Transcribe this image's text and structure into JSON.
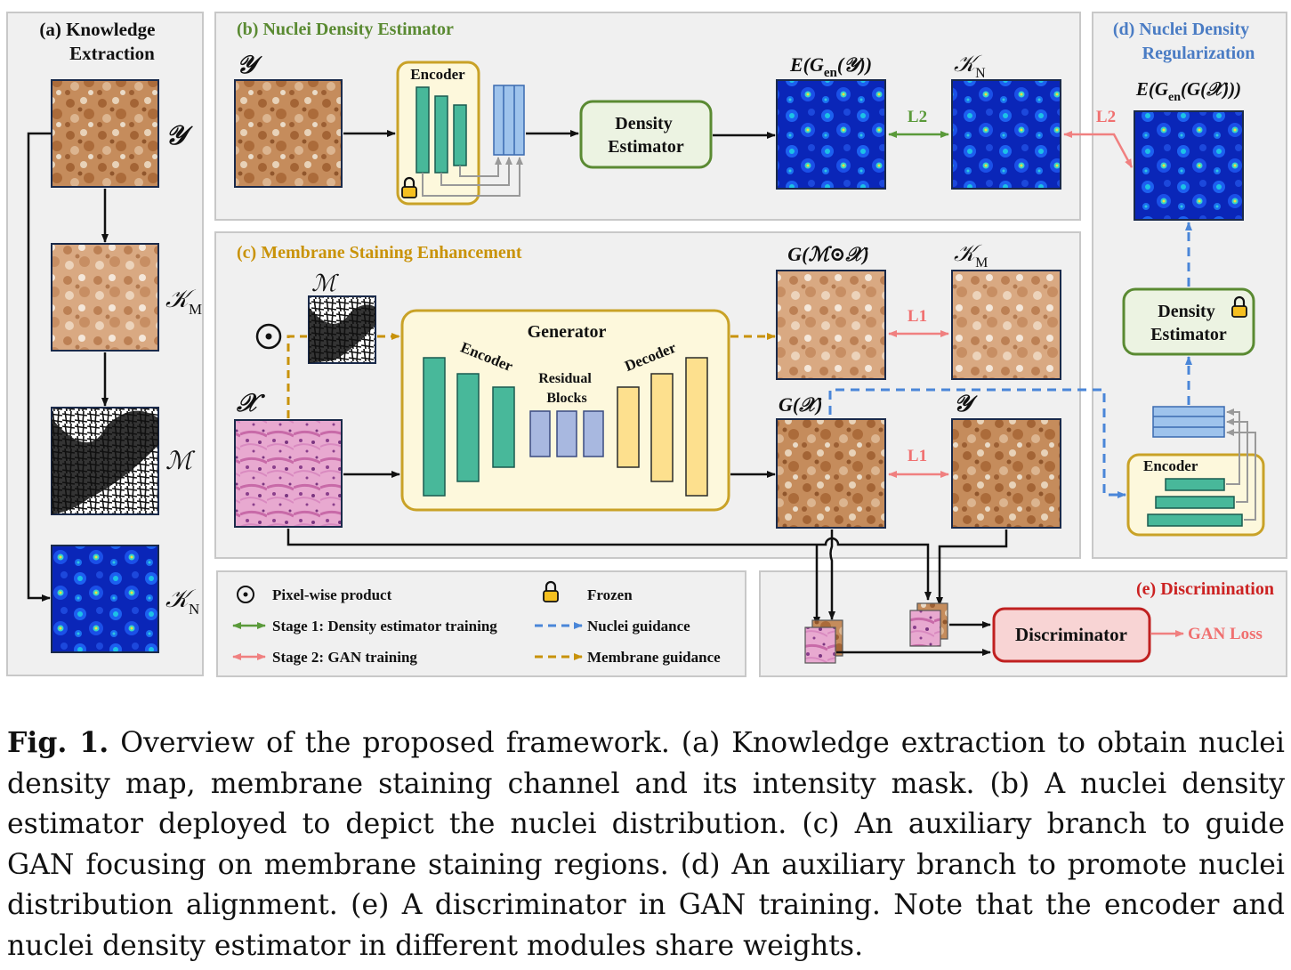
{
  "panels": {
    "a": {
      "title_line1": "(a) Knowledge",
      "title_line2": "Extraction",
      "labels": {
        "y": "𝒴",
        "km": "𝒦",
        "km_sub": "M",
        "m": "ℳ",
        "kn": "𝒦",
        "kn_sub": "N"
      }
    },
    "b": {
      "title": "(b) Nuclei Density Estimator",
      "input_label": "𝒴",
      "encoder_label": "Encoder",
      "density_line1": "Density",
      "density_line2": "Estimator",
      "out1_label": "E(Gen(𝒴))",
      "out2_label": "𝒦",
      "out2_sub": "N",
      "loss_label": "L2"
    },
    "c": {
      "title": "(c) Membrane Staining Enhancement",
      "mask_label": "ℳ",
      "input_label": "𝒳",
      "product_symbol": "⊙",
      "generator_label": "Generator",
      "encoder_label": "Encoder",
      "residual_line1": "Residual",
      "residual_line2": "Blocks",
      "decoder_label": "Decoder",
      "out_masked_label": "G(ℳ⊙𝒳)",
      "km_label": "𝒦",
      "km_sub": "M",
      "gx_label": "G(𝒳)",
      "y_label": "𝒴",
      "loss1": "L1",
      "loss2": "L1"
    },
    "d": {
      "title_line1": "(d) Nuclei Density",
      "title_line2": "Regularization",
      "out_label": "E(Gen(G(𝒳)))",
      "loss_label": "L2",
      "density_line1": "Density",
      "density_line2": "Estimator",
      "encoder_label": "Encoder"
    },
    "e": {
      "title": "(e) Discrimination",
      "discriminator_label": "Discriminator",
      "output_label": "GAN Loss"
    }
  },
  "legend": {
    "pixelwise": "Pixel-wise product",
    "frozen": "Frozen",
    "stage1": "Stage 1: Density estimator training",
    "nuclei_guidance": "Nuclei guidance",
    "stage2": "Stage 2: GAN training",
    "membrane_guidance": "Membrane guidance"
  },
  "caption": {
    "prefix": "Fig. 1.",
    "text": "Overview of the proposed framework. (a) Knowledge extraction to obtain nuclei density map, membrane staining channel and its intensity mask. (b) A nuclei density estimator deployed to depict the nuclei distribution. (c) An auxiliary branch to guide GAN focusing on membrane staining regions. (d) An auxiliary branch to promote nuclei distribution alignment. (e) A discriminator in GAN training. Note that the encoder and nuclei density estimator in different modules share weights."
  },
  "colors": {
    "panel_bg": "#f0f0f0",
    "panel_border": "#c8c8c8",
    "green_title": "#5a8a32",
    "gold_title": "#c9930a",
    "blue_title": "#4a7cc4",
    "red_title": "#cc2222",
    "green_box": "#5a8a32",
    "green_box_fill": "#ecf3e2",
    "gold_box": "#c9a227",
    "gold_box_fill": "#fdf8dc",
    "teal": "#48b89a",
    "feature_blue": "#9ec3ec",
    "residual": "#a8b8e0",
    "decoder": "#fde08e",
    "stage1": "#5a9a3a",
    "stage2": "#f08080",
    "nuclei": "#4a86d8",
    "membrane": "#c8920a",
    "disc_fill": "#f8d4d4",
    "disc_border": "#c02020"
  }
}
